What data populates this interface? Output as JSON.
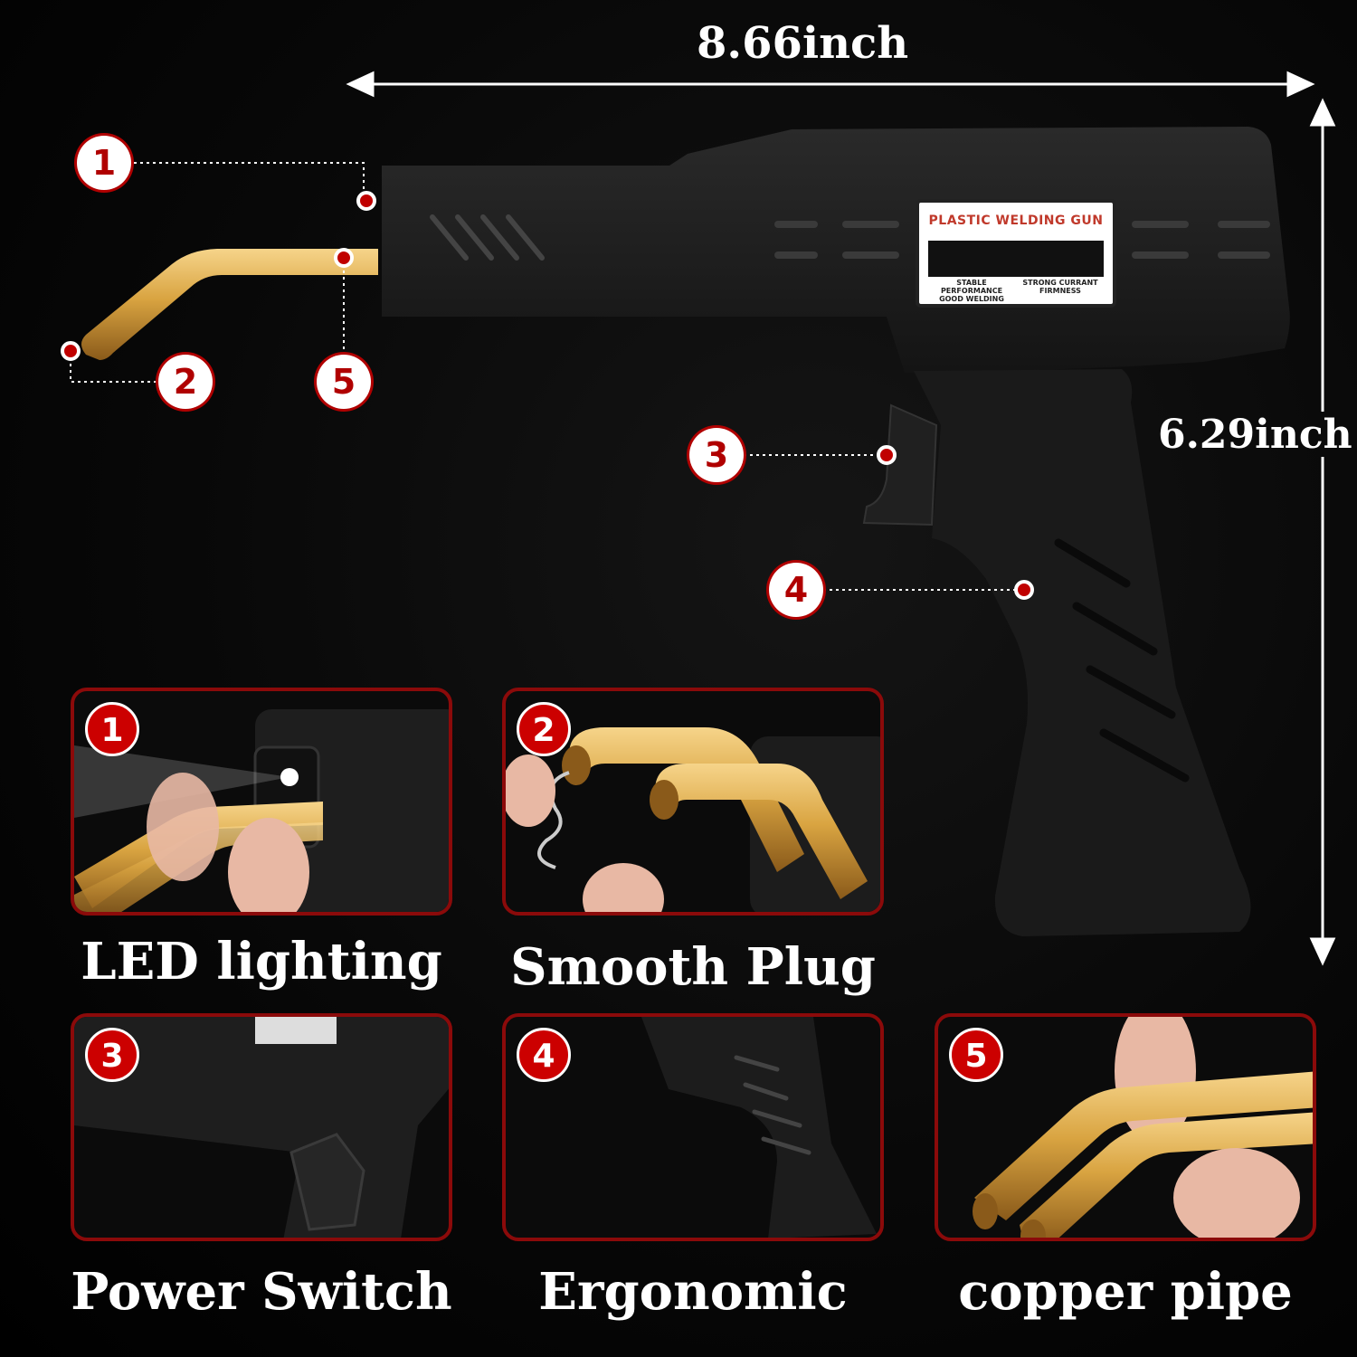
{
  "dimensions": {
    "width": "8.66inch",
    "height": "6.29inch"
  },
  "label": {
    "title": "PLASTIC WELDING GUN",
    "left_line1": "STABLE PERFORMANCE",
    "left_line2": "GOOD WELDING",
    "right_line1": "STRONG CURRANT",
    "right_line2": "FIRMNESS"
  },
  "callouts": [
    "1",
    "2",
    "5",
    "3",
    "4"
  ],
  "features": [
    {
      "number": "1",
      "caption": "LED lighting"
    },
    {
      "number": "2",
      "caption": "Smooth Plug"
    },
    {
      "number": "3",
      "caption": "Power Switch"
    },
    {
      "number": "4",
      "caption": "Ergonomic"
    },
    {
      "number": "5",
      "caption": "copper pipe"
    }
  ],
  "colors": {
    "accent_red": "#c00000",
    "copper": "#d9a441",
    "body": "#1c1c1c",
    "background": "#000000"
  }
}
